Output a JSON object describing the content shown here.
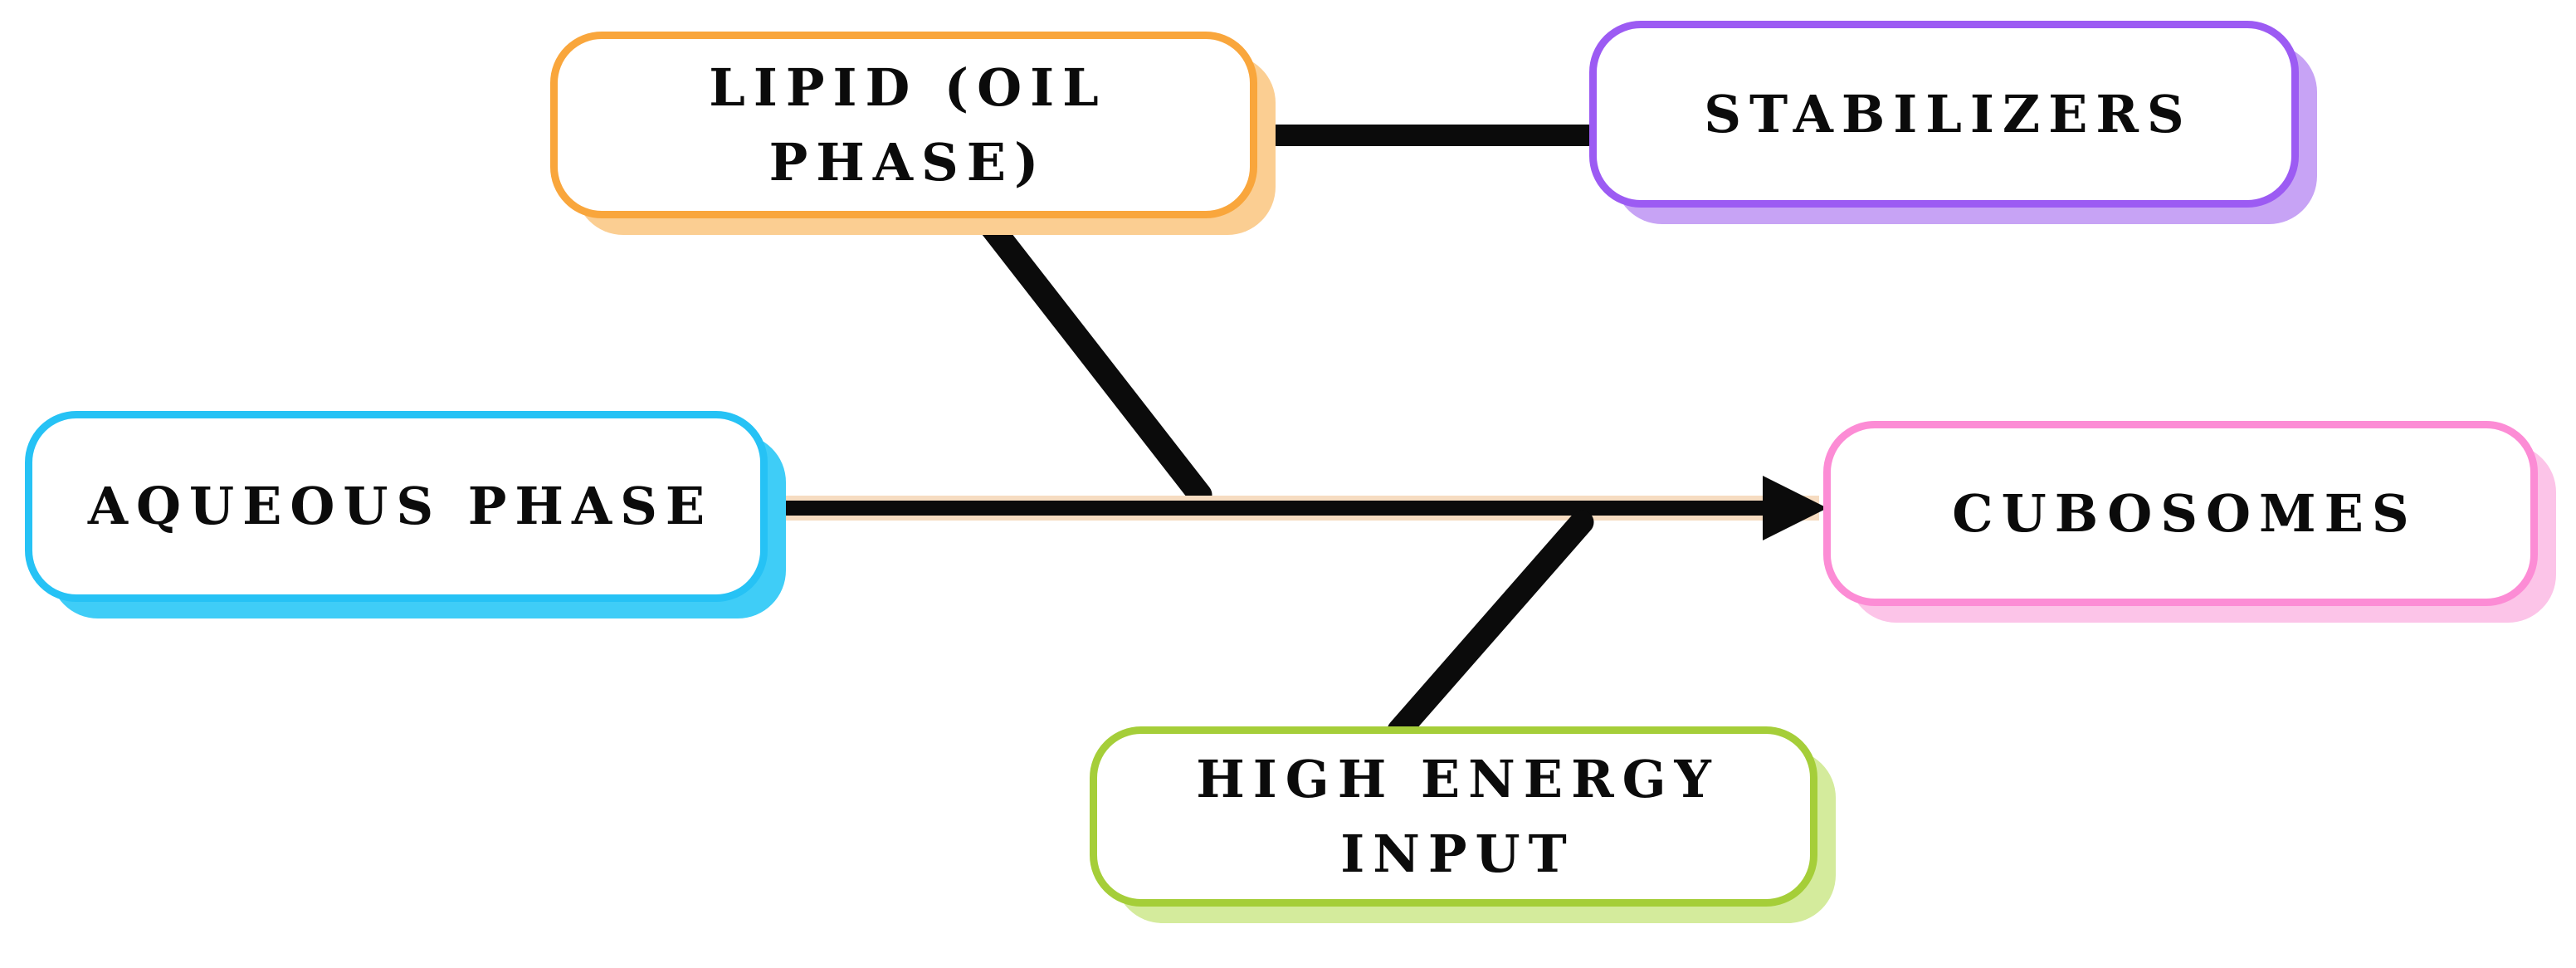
{
  "diagram": {
    "background_color": "#ffffff",
    "text_color": "#0b0b0b",
    "nodes": [
      {
        "id": "lipid-oil-phase",
        "label": "LIPID (OIL PHASE)",
        "border_color": "#F9A63C",
        "shadow_color": "#FBCE92"
      },
      {
        "id": "stabilizers",
        "label": "STABILIZERS",
        "border_color": "#9C5BF3",
        "shadow_color": "#C7A3F5"
      },
      {
        "id": "aqueous-phase",
        "label": "AQUEOUS PHASE",
        "border_color": "#26C2F5",
        "shadow_color": "#3FCDF7"
      },
      {
        "id": "cubosomes",
        "label": "CUBOSOMES",
        "border_color": "#FC8CD5",
        "shadow_color": "#FCC4E8"
      },
      {
        "id": "high-energy-input",
        "label": "HIGH ENERGY INPUT",
        "border_color": "#A5CE39",
        "shadow_color": "#D4EB9C"
      }
    ],
    "edges": [
      {
        "id": "lipid-to-stabilizers",
        "from": "lipid-oil-phase",
        "to": "stabilizers",
        "type": "plain-line",
        "color": "#0b0b0b"
      },
      {
        "id": "lipid-to-mixing-point",
        "from": "lipid-oil-phase",
        "to": "mixing-point",
        "type": "plain-line",
        "color": "#0b0b0b"
      },
      {
        "id": "aqueous-to-cubosomes",
        "from": "aqueous-phase",
        "to": "cubosomes",
        "type": "arrow",
        "color": "#0b0b0b",
        "band_color": "#F6DCC1"
      },
      {
        "id": "high-energy-to-mixing-point",
        "from": "high-energy-input",
        "to": "mixing-point",
        "type": "plain-line",
        "color": "#0b0b0b"
      }
    ]
  }
}
